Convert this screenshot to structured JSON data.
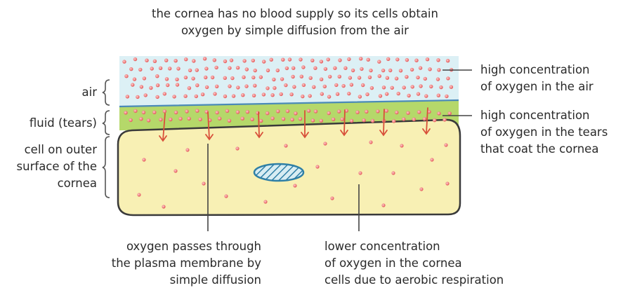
{
  "title": {
    "lines": [
      "the cornea has no blood supply so its cells obtain",
      "oxygen by simple diffusion from the air"
    ]
  },
  "left_labels": {
    "air": "air",
    "fluid": "fluid (tears)",
    "cell": [
      "cell on outer",
      "surface of the",
      "cornea"
    ]
  },
  "right_labels": {
    "air_conc": [
      "high concentration",
      "of oxygen in the air"
    ],
    "tears_conc": [
      "high concentration",
      "of oxygen in the tears",
      "that coat the cornea"
    ]
  },
  "bottom_labels": {
    "diffusion": [
      "oxygen passes through",
      "the plasma membrane by",
      "simple diffusion"
    ],
    "cell_conc": [
      "lower concentration",
      "of oxygen in the cornea",
      "cells due to aerobic respiration"
    ]
  },
  "colors": {
    "air": "#dcf0f5",
    "tears": "#b5d86a",
    "cell": "#f8f0b4",
    "outline": "#3a3a3a",
    "membrane": "#4a8ab8",
    "nucleus_fill": "#d8edf3",
    "nucleus_stroke": "#2f7fa6",
    "oxygen": "#ea6a6a",
    "arrow": "#d8503a"
  }
}
